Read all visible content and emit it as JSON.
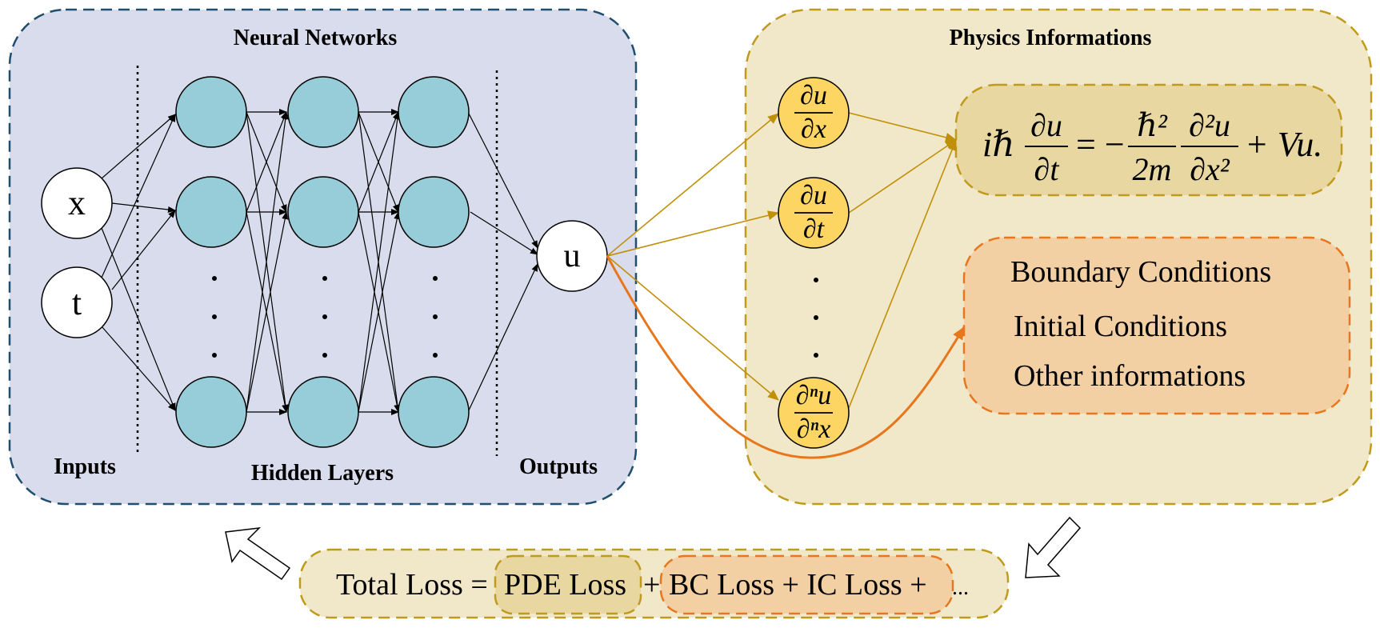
{
  "neural_networks": {
    "title": "Neural Networks",
    "inputs_label": "Inputs",
    "hidden_label": "Hidden Layers",
    "outputs_label": "Outputs",
    "input_nodes": [
      "x",
      "t"
    ],
    "output_node": "u"
  },
  "physics": {
    "title": "Physics Informations",
    "derivatives": [
      {
        "num": "∂u",
        "den": "∂x"
      },
      {
        "num": "∂u",
        "den": "∂t"
      },
      {
        "num": "∂ⁿu",
        "den": "∂ⁿx"
      }
    ],
    "equation": {
      "lhs_prefix": "iℏ",
      "lhs_num": "∂u",
      "lhs_den": "∂t",
      "eq_minus": "= −",
      "c_num": "ℏ²",
      "c_den": "2m",
      "d_num": "∂²u",
      "d_den": "∂x²",
      "tail": "+ Vu."
    },
    "conditions": [
      "Boundary Conditions",
      "Initial Conditions",
      "Other informations"
    ]
  },
  "loss": {
    "total": "Total Loss =",
    "pde": "PDE Loss",
    "plus": "+",
    "bc_ic": "BC Loss + IC Loss +",
    "ellipsis": "..."
  },
  "colors": {
    "nn_bg": "#d8dcec",
    "nn_border": "#1f4e6e",
    "node_fill": "#96cdd9",
    "phys_bg": "#f1e7c9",
    "phys_border": "#c09a1a",
    "deriv_fill": "#fcd562",
    "eq_bg": "#e8d7a1",
    "cond_bg": "#f2d0a4",
    "cond_border": "#e8761c",
    "arrow_gold": "#c0900a",
    "arrow_orange": "#e8761c"
  }
}
